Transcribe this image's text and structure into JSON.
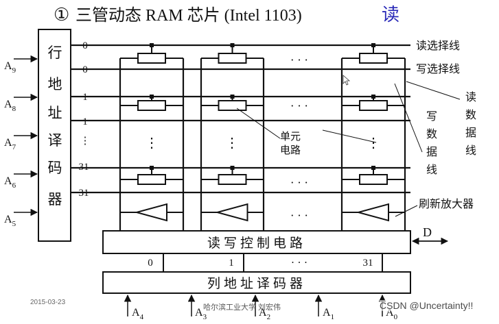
{
  "title": {
    "circled": "①",
    "main": "三管动态 RAM 芯片 (Intel 1103)",
    "action": "读",
    "action_color": "#2a2ab8"
  },
  "row_decoder": {
    "label_chars": [
      "行",
      "地",
      "址",
      "译",
      "码",
      "器"
    ],
    "inputs": [
      {
        "letter": "A",
        "sub": "9"
      },
      {
        "letter": "A",
        "sub": "8"
      },
      {
        "letter": "A",
        "sub": "7"
      },
      {
        "letter": "A",
        "sub": "6"
      },
      {
        "letter": "A",
        "sub": "5"
      }
    ],
    "row_numbers": [
      "0",
      "0",
      "1",
      "1",
      "31",
      "31"
    ],
    "ellipsis": "⋮"
  },
  "labels": {
    "read_select": "读选择线",
    "write_select": "写选择线",
    "read_data_chars": [
      "读",
      "数",
      "据",
      "线"
    ],
    "write_data_chars": [
      "写",
      "数",
      "据",
      "线"
    ],
    "cell_circuit": [
      "单元",
      "电路"
    ],
    "refresh_amp": "刷新放大器",
    "dots_h": "· · ·",
    "dots_v": "⋮"
  },
  "rw_control": {
    "label": "读写控制电路",
    "data_pin": "D"
  },
  "column": {
    "numbers": [
      "0",
      "1",
      "· · ·",
      "31"
    ],
    "decoder_label": "列地址译码器",
    "inputs": [
      {
        "letter": "A",
        "sub": "4"
      },
      {
        "letter": "A",
        "sub": "3"
      },
      {
        "letter": "A",
        "sub": "2"
      },
      {
        "letter": "A",
        "sub": "1"
      },
      {
        "letter": "A",
        "sub": "0"
      }
    ]
  },
  "footer": {
    "date": "2015-03-23",
    "institution": "哈尔滨工业大学 刘宏伟",
    "watermark": "CSDN @Uncertainty!!"
  },
  "cursor": "arrow-cursor"
}
